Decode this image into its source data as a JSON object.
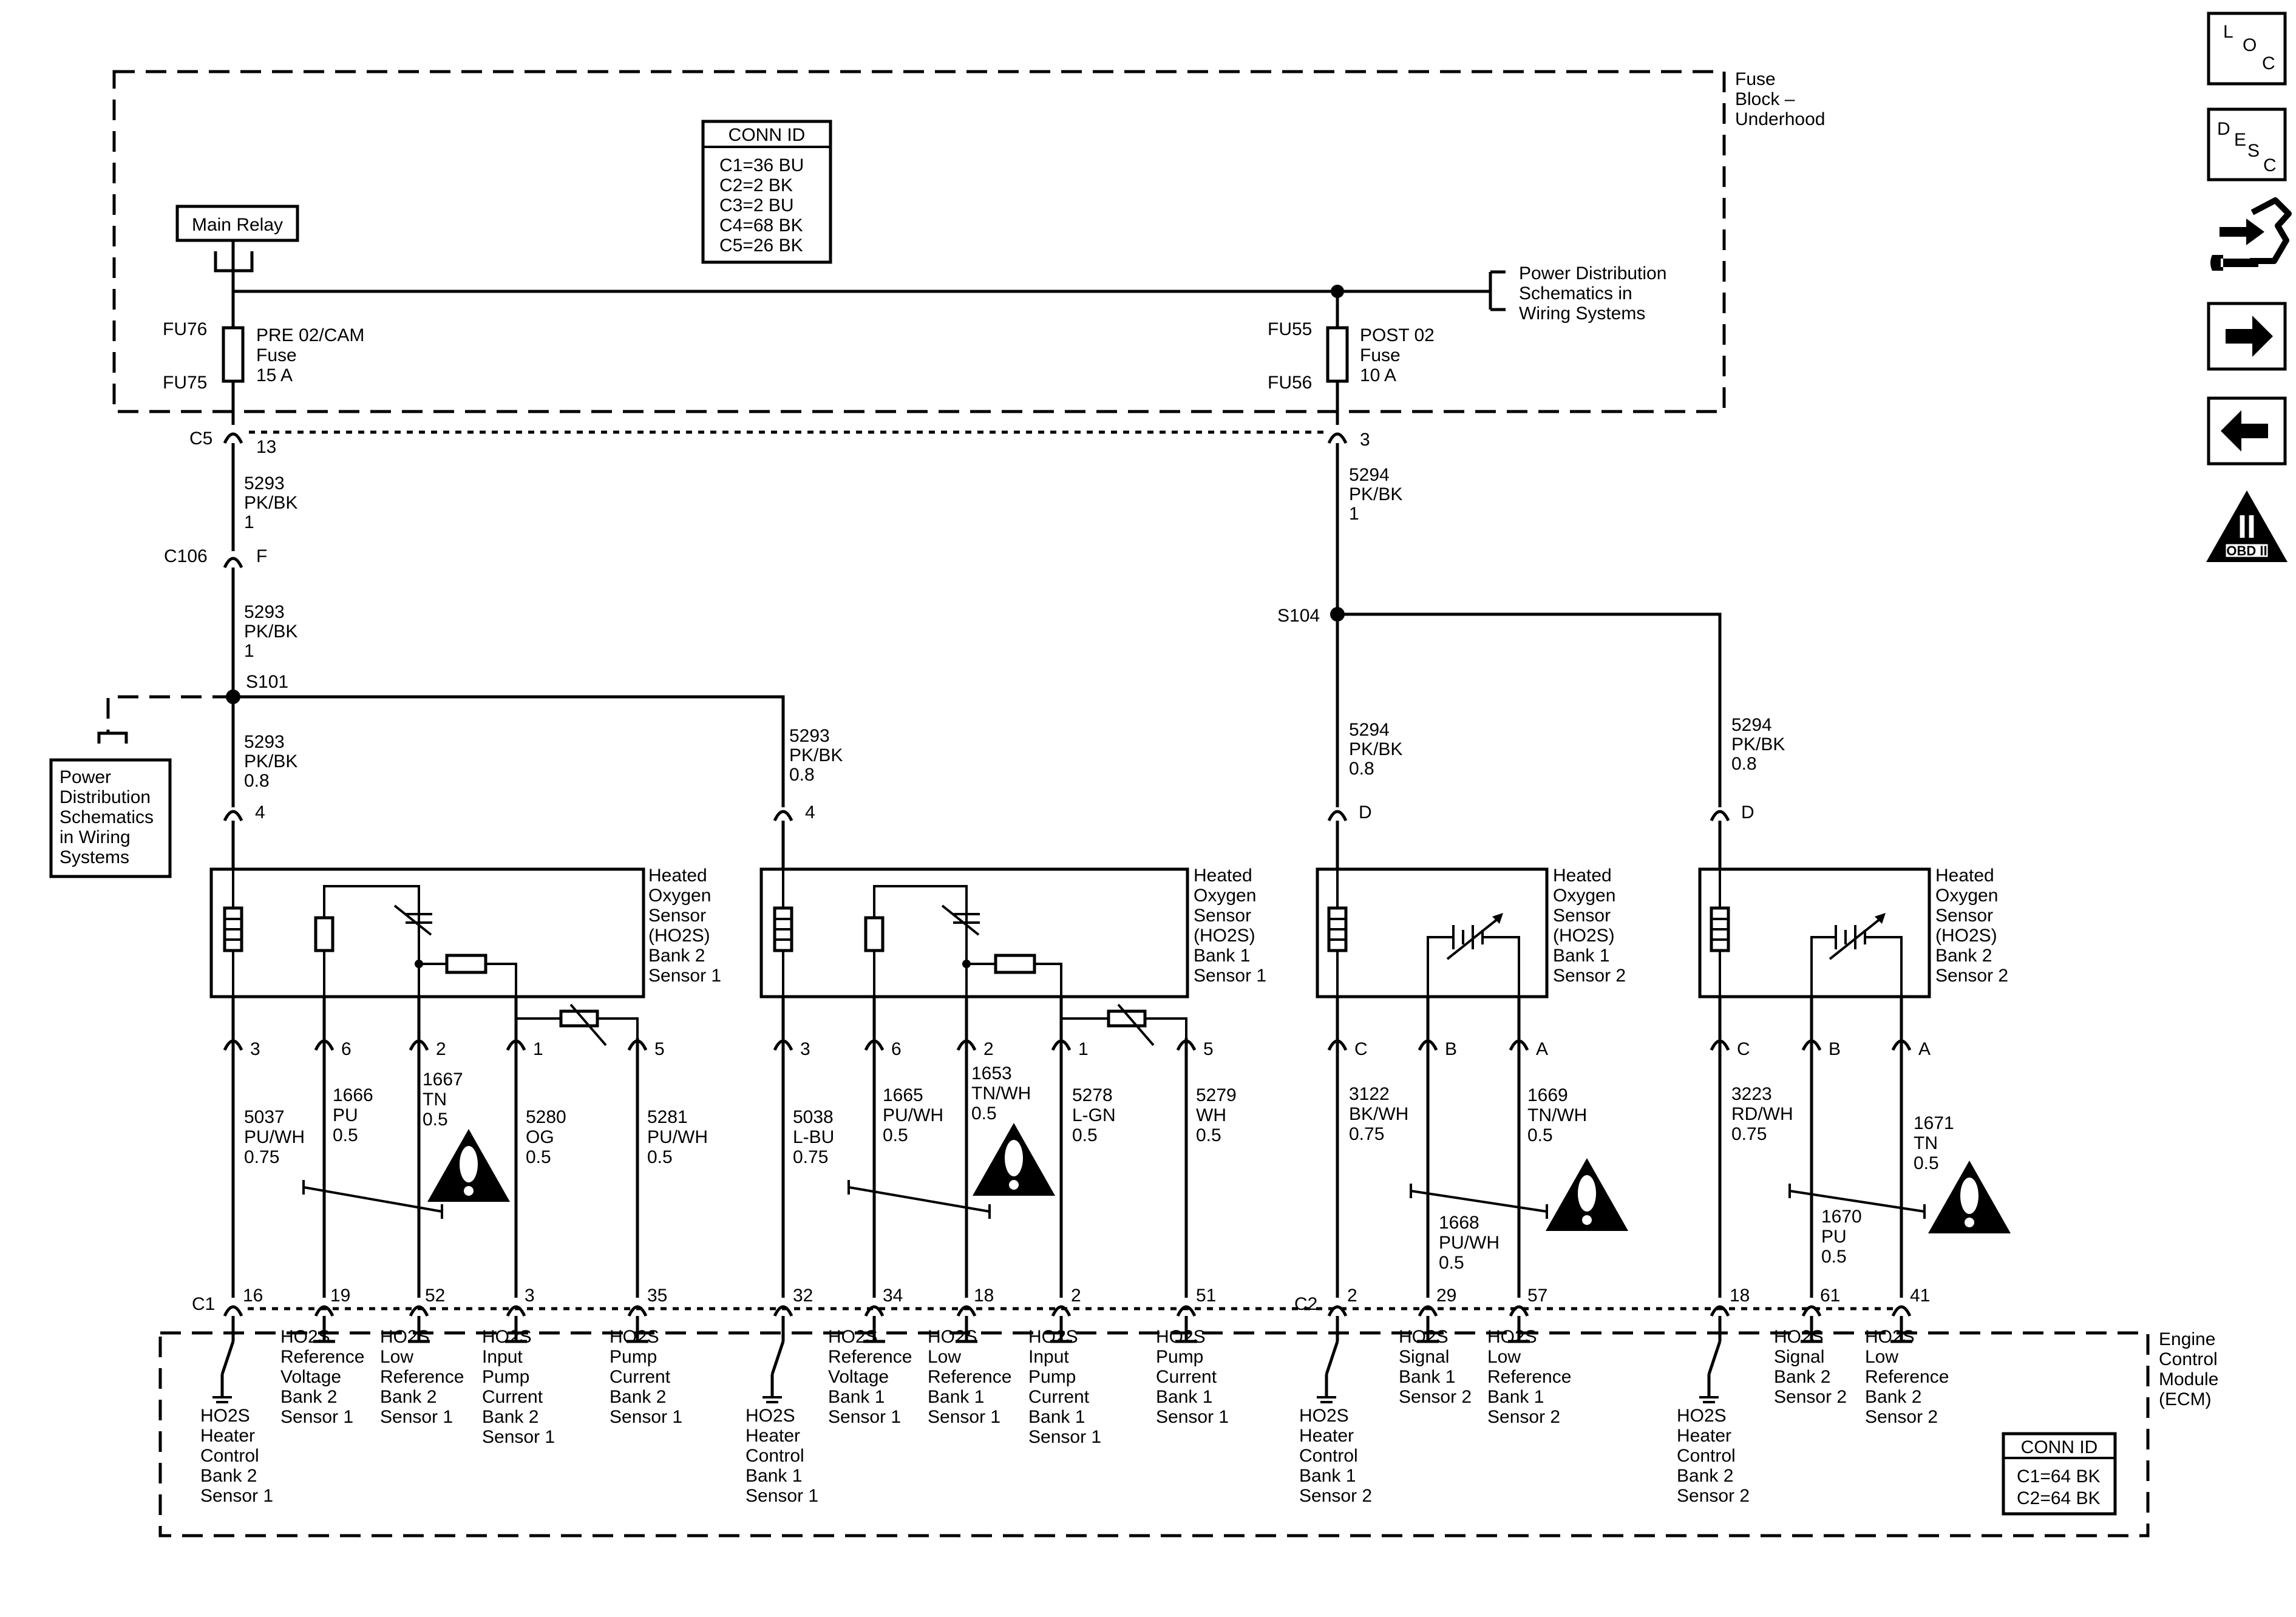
{
  "fuse_block": {
    "label": [
      "Fuse",
      "Block –",
      "Underhood"
    ]
  },
  "conn_id_top": {
    "title": "CONN ID",
    "lines": [
      "C1=36 BU",
      "C2=2 BK",
      "C3=2 BU",
      "C4=68 BK",
      "C5=26 BK"
    ]
  },
  "main_relay": "Main Relay",
  "power_dist_right": [
    "Power Distribution",
    "Schematics in",
    "Wiring Systems"
  ],
  "power_dist_left": [
    "Power",
    "Distribution",
    "Schematics",
    "in Wiring",
    "Systems"
  ],
  "fuses": [
    {
      "top_pin": "FU76",
      "bottom_pin": "FU75",
      "label": [
        "PRE 02/CAM",
        "Fuse",
        "15 A"
      ]
    },
    {
      "top_pin": "FU55",
      "bottom_pin": "FU56",
      "label": [
        "POST 02",
        "Fuse",
        "10 A"
      ]
    }
  ],
  "connectors": {
    "c5": "C5",
    "c5_pin": "13",
    "c106": "C106",
    "c106_pin": "F",
    "post_pin": "3",
    "c1": "C1",
    "c2": "C2"
  },
  "splices": {
    "s101": "S101",
    "s104": "S104"
  },
  "wires": {
    "w5293_1": [
      "5293",
      "PK/BK",
      "1"
    ],
    "w5293_2": [
      "5293",
      "PK/BK",
      "1"
    ],
    "w5293_3": [
      "5293",
      "PK/BK",
      "0.8"
    ],
    "w5293_4": [
      "5293",
      "PK/BK",
      "0.8"
    ],
    "w5294_1": [
      "5294",
      "PK/BK",
      "1"
    ],
    "w5294_2": [
      "5294",
      "PK/BK",
      "0.8"
    ],
    "w5294_3": [
      "5294",
      "PK/BK",
      "0.8"
    ]
  },
  "sensors": [
    {
      "name": [
        "Heated",
        "Oxygen",
        "Sensor",
        "(HO2S)",
        "Bank 2",
        "Sensor 1"
      ],
      "supply_pin": "4"
    },
    {
      "name": [
        "Heated",
        "Oxygen",
        "Sensor",
        "(HO2S)",
        "Bank 1",
        "Sensor 1"
      ],
      "supply_pin": "4"
    },
    {
      "name": [
        "Heated",
        "Oxygen",
        "Sensor",
        "(HO2S)",
        "Bank 1",
        "Sensor 2"
      ],
      "supply_pin": "D"
    },
    {
      "name": [
        "Heated",
        "Oxygen",
        "Sensor",
        "(HO2S)",
        "Bank 2",
        "Sensor 2"
      ],
      "supply_pin": "D"
    }
  ],
  "circuits": [
    {
      "pin": "3",
      "wire": [
        "5037",
        "PU/WH",
        "0.75"
      ],
      "ecm_pin": "16",
      "ecm_label": [
        "HO2S",
        "Heater",
        "Control",
        "Bank 2",
        "Sensor 1"
      ]
    },
    {
      "pin": "6",
      "wire": [
        "1666",
        "PU",
        "0.5"
      ],
      "ecm_pin": "19",
      "ecm_label": [
        "HO2S",
        "Reference",
        "Voltage",
        "Bank 2",
        "Sensor 1"
      ]
    },
    {
      "pin": "2",
      "wire": [
        "1667",
        "TN",
        "0.5"
      ],
      "ecm_pin": "52",
      "ecm_label": [
        "HO2S",
        "Low",
        "Reference",
        "Bank 2",
        "Sensor 1"
      ]
    },
    {
      "pin": "1",
      "wire": [
        "5280",
        "OG",
        "0.5"
      ],
      "ecm_pin": "3",
      "ecm_label": [
        "HO2S",
        "Input",
        "Pump",
        "Current",
        "Bank 2",
        "Sensor 1"
      ]
    },
    {
      "pin": "5",
      "wire": [
        "5281",
        "PU/WH",
        "0.5"
      ],
      "ecm_pin": "35",
      "ecm_label": [
        "HO2S",
        "Pump",
        "Current",
        "Bank 2",
        "Sensor 1"
      ]
    },
    {
      "pin": "3",
      "wire": [
        "5038",
        "L-BU",
        "0.75"
      ],
      "ecm_pin": "32",
      "ecm_label": [
        "HO2S",
        "Heater",
        "Control",
        "Bank 1",
        "Sensor 1"
      ]
    },
    {
      "pin": "6",
      "wire": [
        "1665",
        "PU/WH",
        "0.5"
      ],
      "ecm_pin": "34",
      "ecm_label": [
        "HO2S",
        "Reference",
        "Voltage",
        "Bank 1",
        "Sensor 1"
      ]
    },
    {
      "pin": "2",
      "wire": [
        "1653",
        "TN/WH",
        "0.5"
      ],
      "ecm_pin": "18",
      "ecm_label": [
        "HO2S",
        "Low",
        "Reference",
        "Bank 1",
        "Sensor 1"
      ]
    },
    {
      "pin": "1",
      "wire": [
        "5278",
        "L-GN",
        "0.5"
      ],
      "ecm_pin": "2",
      "ecm_label": [
        "HO2S",
        "Input",
        "Pump",
        "Current",
        "Bank 1",
        "Sensor 1"
      ]
    },
    {
      "pin": "5",
      "wire": [
        "5279",
        "WH",
        "0.5"
      ],
      "ecm_pin": "51",
      "ecm_label": [
        "HO2S",
        "Pump",
        "Current",
        "Bank 1",
        "Sensor 1"
      ]
    },
    {
      "pin": "C",
      "wire": [
        "3122",
        "BK/WH",
        "0.75"
      ],
      "ecm_pin": "2",
      "ecm_label": [
        "HO2S",
        "Heater",
        "Control",
        "Bank 1",
        "Sensor 2"
      ]
    },
    {
      "pin": "B",
      "wire": [
        "1668",
        "PU/WH",
        "0.5"
      ],
      "ecm_pin": "29",
      "ecm_label": [
        "HO2S",
        "Signal",
        "Bank 1",
        "Sensor 2"
      ]
    },
    {
      "pin": "A",
      "wire": [
        "1669",
        "TN/WH",
        "0.5"
      ],
      "ecm_pin": "57",
      "ecm_label": [
        "HO2S",
        "Low",
        "Reference",
        "Bank 1",
        "Sensor 2"
      ]
    },
    {
      "pin": "C",
      "wire": [
        "3223",
        "RD/WH",
        "0.75"
      ],
      "ecm_pin": "18",
      "ecm_label": [
        "HO2S",
        "Heater",
        "Control",
        "Bank 2",
        "Sensor 2"
      ]
    },
    {
      "pin": "B",
      "wire": [
        "1670",
        "PU",
        "0.5"
      ],
      "ecm_pin": "61",
      "ecm_label": [
        "HO2S",
        "Signal",
        "Bank 2",
        "Sensor 2"
      ]
    },
    {
      "pin": "A",
      "wire": [
        "1671",
        "TN",
        "0.5"
      ],
      "ecm_pin": "41",
      "ecm_label": [
        "HO2S",
        "Low",
        "Reference",
        "Bank 2",
        "Sensor 2"
      ]
    }
  ],
  "ecm": {
    "label": [
      "Engine",
      "Control",
      "Module",
      "(ECM)"
    ]
  },
  "conn_id_bottom": {
    "title": "CONN ID",
    "lines": [
      "C1=64 BK",
      "C2=64 BK"
    ]
  },
  "nav": {
    "loc": [
      "L",
      "O",
      "C"
    ],
    "desc": [
      "D",
      "E",
      "S",
      "C"
    ],
    "obd_roman": "II",
    "obd_text": "OBD II",
    "icons": [
      "location-icon",
      "description-icon",
      "connector-tool-icon",
      "next-arrow-icon",
      "previous-arrow-icon",
      "obd-warning-icon"
    ]
  }
}
